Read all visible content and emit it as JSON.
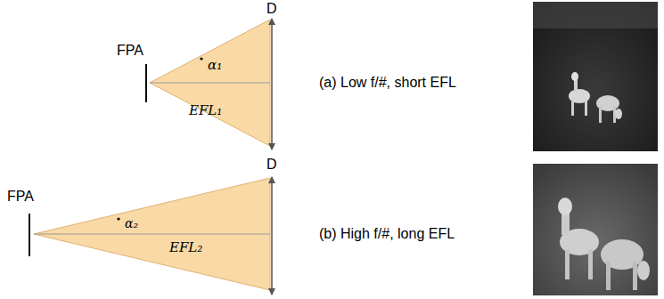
{
  "diagram": {
    "labels": [
      "D",
      "FPA",
      "α₁",
      "EFL₁",
      "(a) Low f/#, short EFL",
      "D",
      "FPA",
      "α₂",
      "EFL₂",
      "(b) High f/#, long EFL"
    ]
  }
}
